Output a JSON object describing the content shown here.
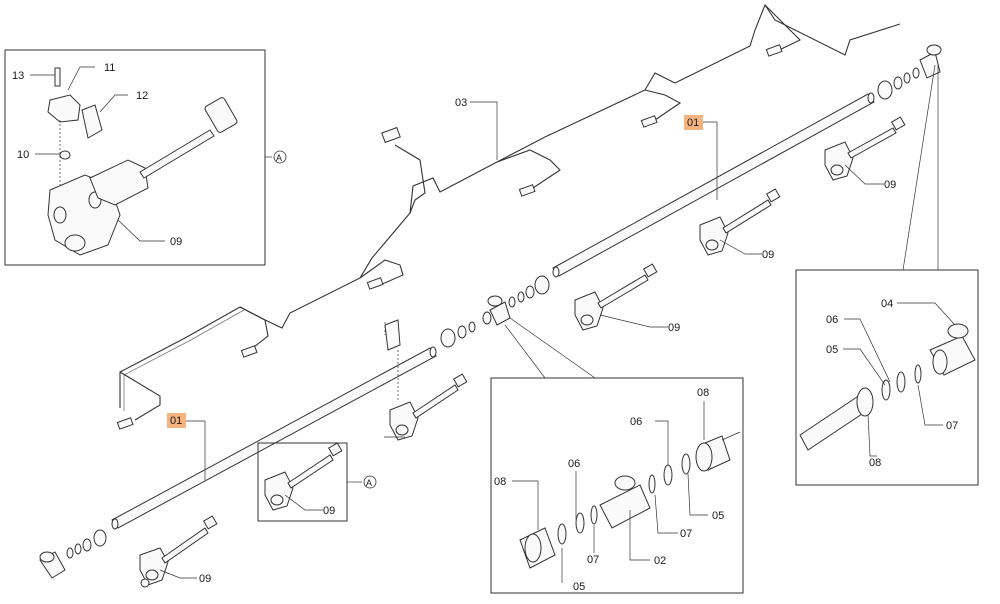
{
  "labels": {
    "p01": "01",
    "p02": "02",
    "p03": "03",
    "p04": "04",
    "p05": "05",
    "p06": "06",
    "p07": "07",
    "p08": "08",
    "p09": "09",
    "p10": "10",
    "p11": "11",
    "p12": "12",
    "p13": "13",
    "detailA": "A"
  },
  "colors": {
    "highlight": "#f5b37f",
    "line": "#333333",
    "background": "#ffffff"
  }
}
